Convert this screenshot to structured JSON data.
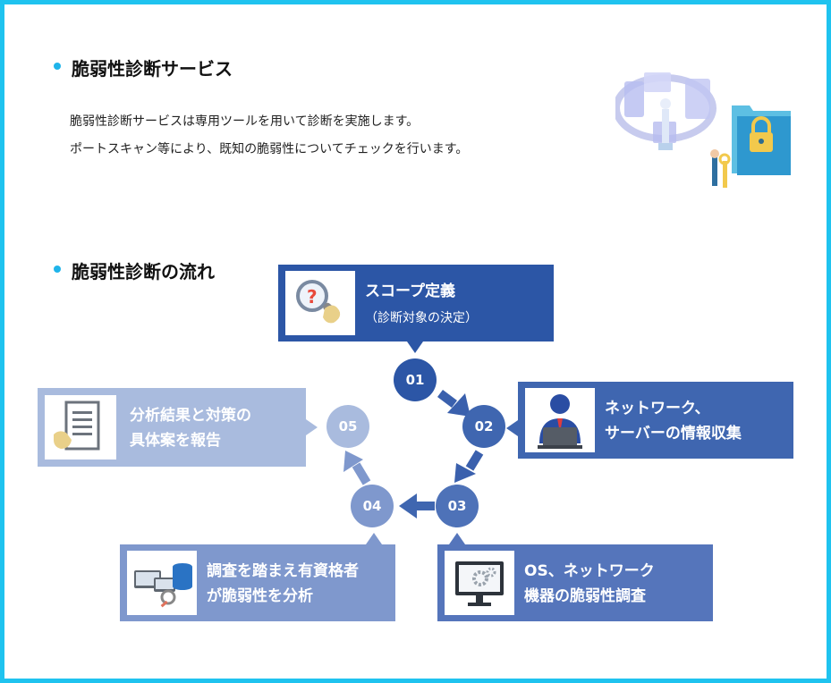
{
  "section1": {
    "heading": "脆弱性診断サービス",
    "line1": "脆弱性診断サービスは専用ツールを用いて診断を実施します。",
    "line2": "ポートスキャン等により、既知の脆弱性についてチェックを行います。"
  },
  "section2": {
    "heading": "脆弱性診断の流れ"
  },
  "steps": [
    {
      "num": "01",
      "line1": "スコープ定義",
      "line2": "（診断対象の決定）",
      "icon": "magnifier-question-icon"
    },
    {
      "num": "02",
      "line1": "ネットワーク、",
      "line2": "サーバーの情報収集",
      "icon": "user-laptop-icon"
    },
    {
      "num": "03",
      "line1": "OS、ネットワーク",
      "line2": "機器の脆弱性調査",
      "icon": "monitor-gears-icon"
    },
    {
      "num": "04",
      "line1": "調査を踏まえ有資格者",
      "line2": "が脆弱性を分析",
      "icon": "network-database-icon"
    },
    {
      "num": "05",
      "line1": "分析結果と対策の",
      "line2": "具体案を報告",
      "icon": "report-document-icon"
    }
  ],
  "colors": {
    "frame": "#1fc3ef",
    "step01": "#2c56a6",
    "step02": "#3f66b0",
    "step03": "#5575bb",
    "step04": "#7f98cd",
    "step05": "#a9bbde",
    "arrow": "#3a60ad"
  }
}
